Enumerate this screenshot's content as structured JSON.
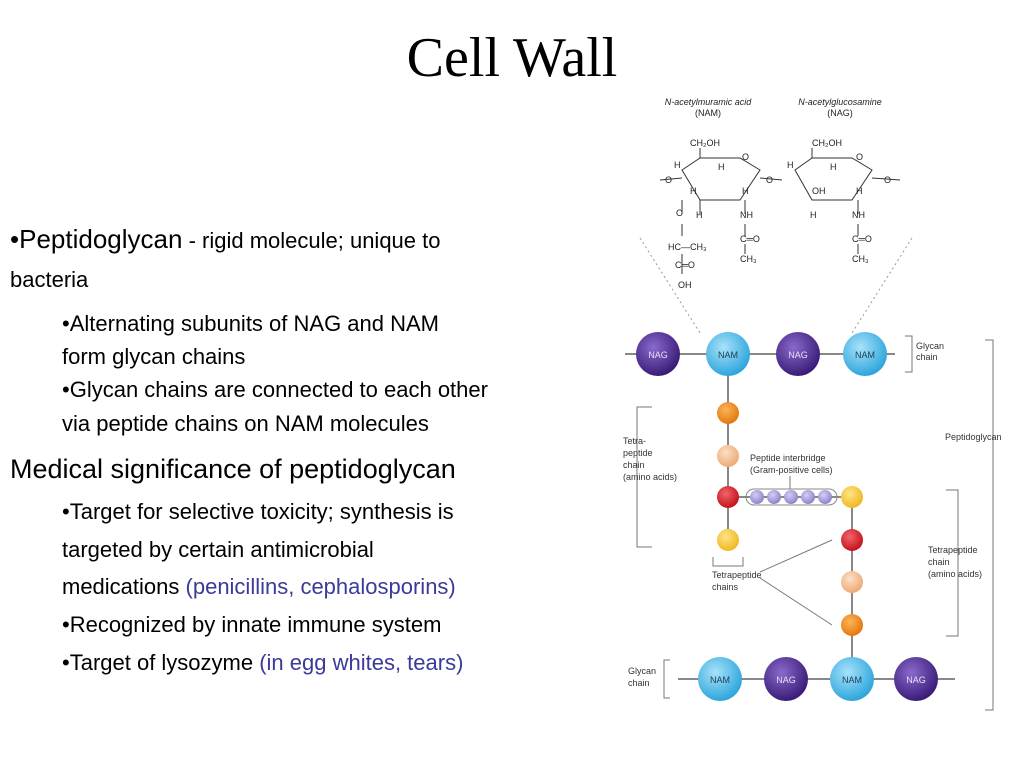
{
  "title": "Cell Wall",
  "bullets": {
    "peptido_head": "•Peptidoglycan",
    "peptido_desc": " - rigid molecule; unique to",
    "peptido_desc2": "bacteria",
    "alt_line1": "•Alternating subunits of NAG and NAM",
    "alt_line2": "form glycan chains",
    "glycan_line1": "•Glycan chains are connected to each other",
    "glycan_line2": "via peptide chains on NAM molecules",
    "medical_heading": "Medical significance of peptidoglycan",
    "target_line1": "•Target for selective toxicity; synthesis is",
    "target_line2": "targeted by certain antimicrobial",
    "target_line3_a": "medications ",
    "target_line3_b": "(penicillins, cephalosporins)",
    "immune": "•Recognized by innate immune system",
    "lysozyme_a": "•Target of lysozyme ",
    "lysozyme_b": "(in egg whites, tears)"
  },
  "diagram": {
    "nam_title": "N-acetylmuramic acid",
    "nam_abbr": "(NAM)",
    "nag_title": "N-acetylglucosamine",
    "nag_abbr": "(NAG)",
    "nag": "NAG",
    "nam": "NAM",
    "glycan_chain_top_1": "Glycan",
    "glycan_chain_top_2": "chain",
    "peptidoglycan": "Peptidoglycan",
    "tetrapeptide_left_1": "Tetra-",
    "tetrapeptide_left_2": "peptide",
    "tetrapeptide_left_3": "chain",
    "tetrapeptide_left_4": "(amino acids)",
    "interbridge_1": "Peptide interbridge",
    "interbridge_2": "(Gram-positive cells)",
    "tetrapeptide_right_1": "Tetrapeptide",
    "tetrapeptide_right_2": "chain",
    "tetrapeptide_right_3": "(amino acids)",
    "tetrapeptide_chains_1": "Tetrapeptide",
    "tetrapeptide_chains_2": "chains",
    "glycan_chain_bottom_1": "Glycan",
    "glycan_chain_bottom_2": "chain"
  },
  "colors": {
    "nag": "#4a2a8c",
    "nam": "#4fb8e6",
    "amino_orange": "#f28a1a",
    "amino_peach": "#f2c096",
    "amino_red": "#d8242c",
    "amino_yellow": "#f6c83a",
    "interbridge": "#a49ad8",
    "highlight_text": "#3a3a9a"
  }
}
